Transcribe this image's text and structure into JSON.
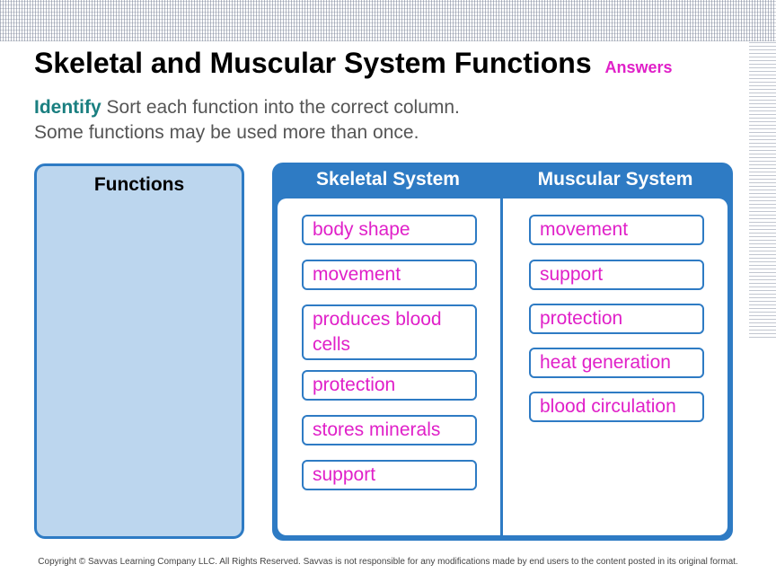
{
  "title": "Skeletal and Muscular System Functions",
  "answers_label": "Answers",
  "instructions": {
    "identify": "Identify",
    "line1": " Sort each function into the correct column.",
    "line2": "Some functions may be used more than once."
  },
  "functions_column": {
    "header": "Functions"
  },
  "skeletal": {
    "header": "Skeletal System",
    "items": [
      "body shape",
      "movement",
      "produces blood cells",
      "protection",
      "stores minerals",
      "support"
    ]
  },
  "muscular": {
    "header": "Muscular System",
    "items": [
      "movement",
      "support",
      "protection",
      "heat generation",
      "blood circulation"
    ]
  },
  "copyright": "Copyright © Savvas Learning Company LLC. All Rights Reserved. Savvas is not responsible for any modifications made by end users to the content posted in its original format.",
  "colors": {
    "panel_blue": "#2e7bc4",
    "functions_fill": "#bcd6ee",
    "answer_magenta": "#e020c8",
    "identify_teal": "#1a7f80"
  }
}
